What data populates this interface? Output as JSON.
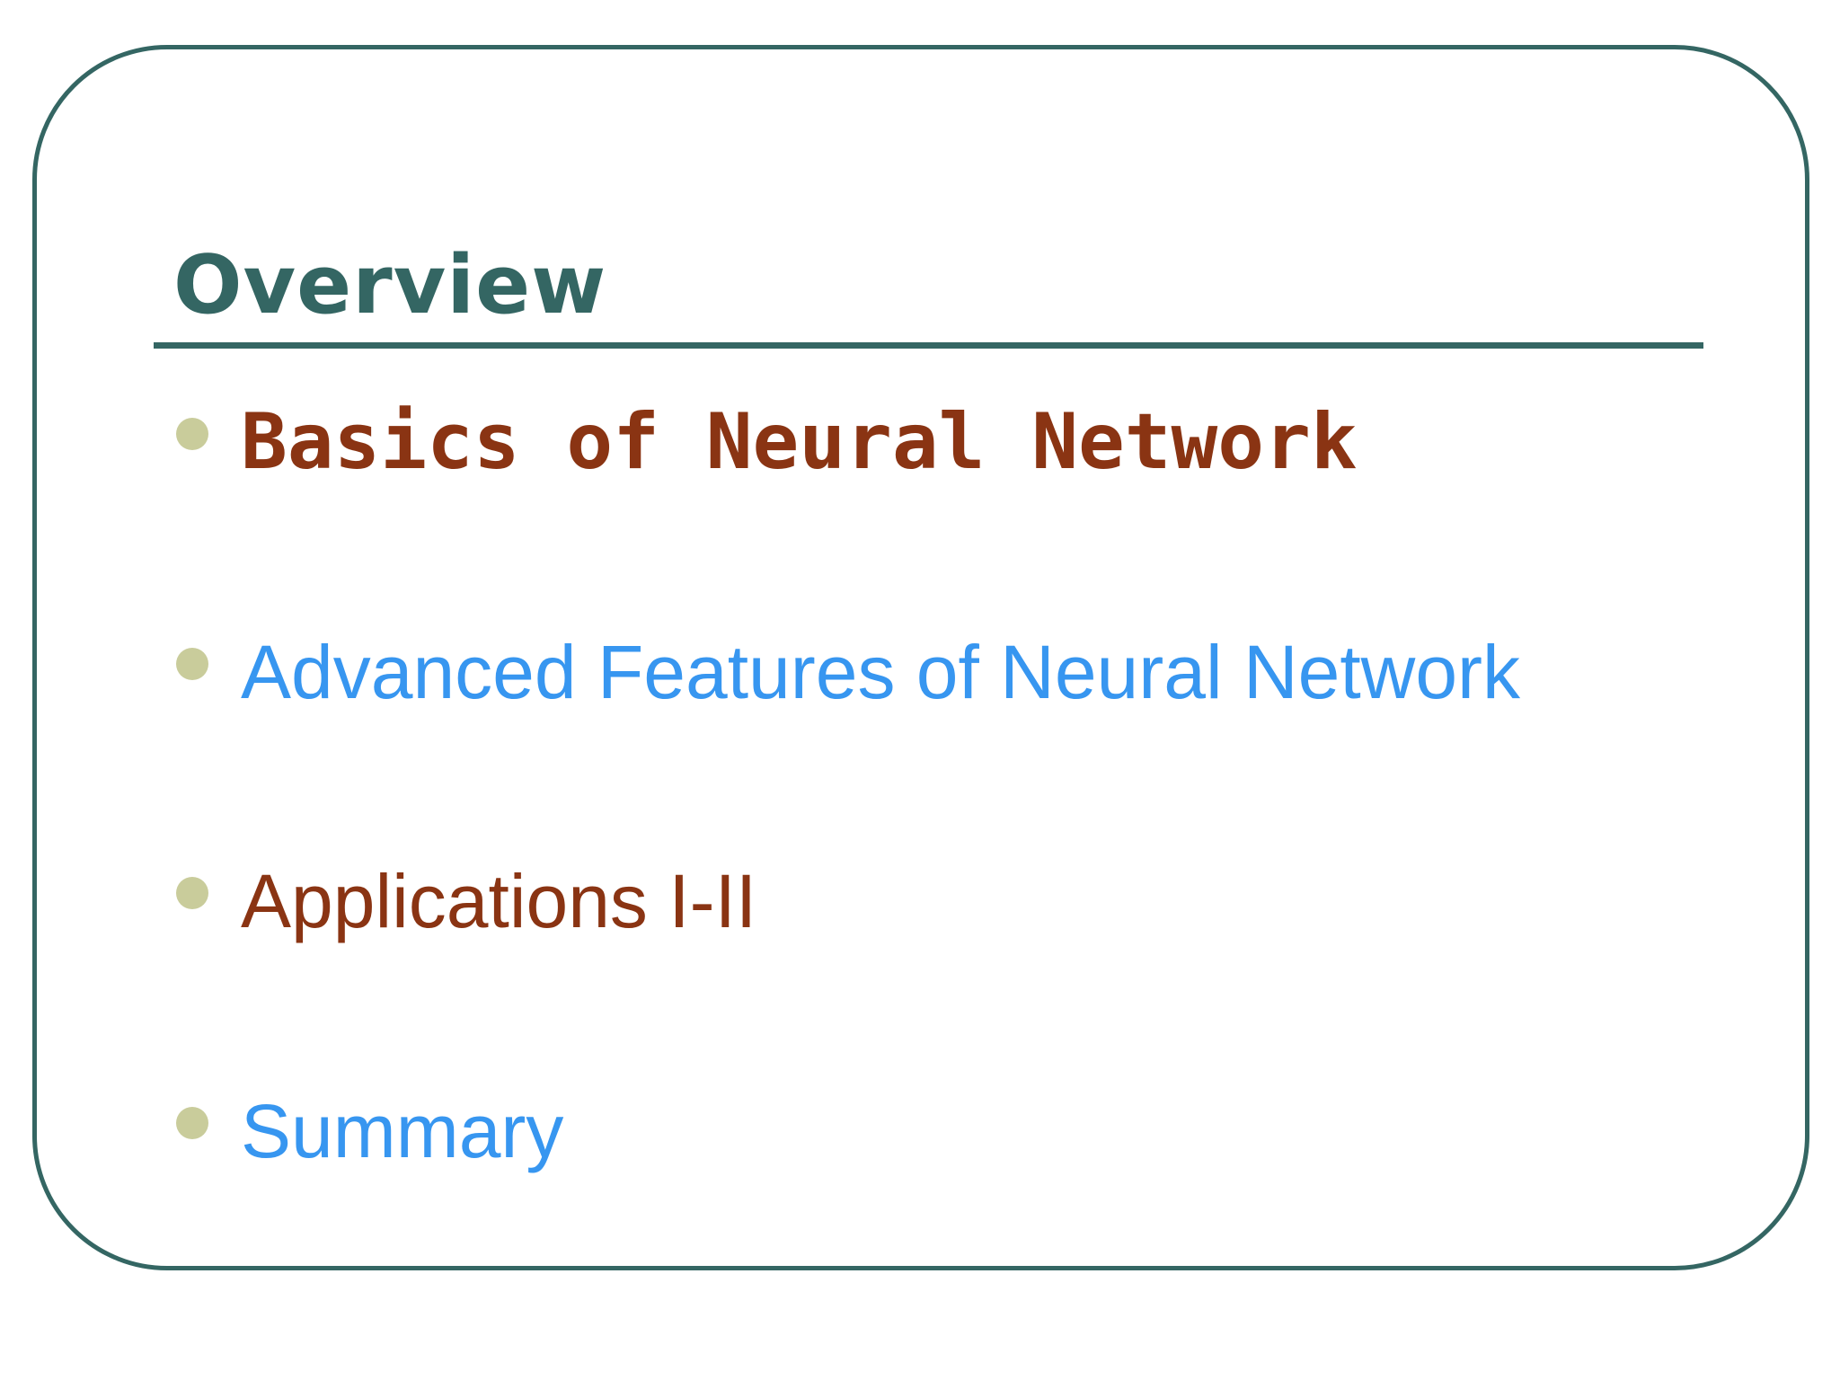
{
  "slide": {
    "title": "Overview",
    "colors": {
      "frame": "#346663",
      "title": "#346663",
      "bullet_dot": "#c9cc9b",
      "current_item": "#8a3413",
      "link_item": "#3796f0"
    },
    "items": [
      {
        "label": "Basics of Neural Network",
        "state": "current"
      },
      {
        "label": "Advanced Features of Neural Network",
        "state": "link"
      },
      {
        "label": "Applications I-II",
        "state": "normal"
      },
      {
        "label": "Summary",
        "state": "link"
      }
    ]
  }
}
